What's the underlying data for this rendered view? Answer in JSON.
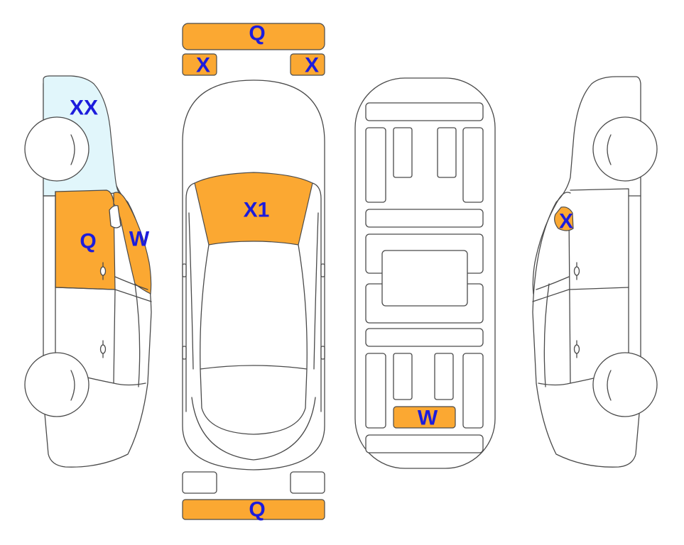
{
  "colors": {
    "damage_fill": "#fba832",
    "glass_fill": "#e1f6fb",
    "label": "#1c1cdc",
    "outline": "#4a4a4a"
  },
  "labels": {
    "front_bumper": "Q",
    "front_left_light": "X",
    "front_right_light": "X",
    "hood": "X1",
    "rear_bumper": "Q",
    "left_windshield": "XX",
    "left_front_door": "Q",
    "left_a_pillar": "W",
    "right_a_pillar": "X",
    "underbody_rear": "W"
  }
}
